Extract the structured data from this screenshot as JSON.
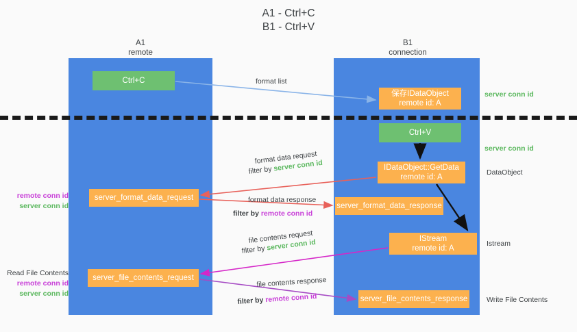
{
  "title": "A1 - Ctrl+C\nB1 - Ctrl+V",
  "columns": {
    "left": {
      "name": "A1",
      "role": "remote",
      "label": "A1\nremote"
    },
    "right": {
      "name": "B1",
      "role": "connection",
      "label": "B1\nconnection"
    }
  },
  "nodes": {
    "ctrl_c": {
      "label": "Ctrl+C",
      "color": "#6ec071"
    },
    "idataobject_create": {
      "label": "保存IDataObject\nremote id: A",
      "color": "#fcb14e"
    },
    "ctrl_v": {
      "label": "Ctrl+V",
      "color": "#6ec071"
    },
    "getdata": {
      "label": "IDataObject::GetData\nremote id: A",
      "color": "#fcb14e"
    },
    "istream": {
      "label": "IStream\nremote id: A",
      "color": "#fcb14e"
    },
    "server_format_data_request": {
      "label": "server_format_data_request",
      "color": "#fcb14e"
    },
    "server_format_data_response": {
      "label": "server_format_data_response",
      "color": "#fcb14e"
    },
    "server_file_contents_request": {
      "label": "server_file_contents_request",
      "color": "#fcb14e"
    },
    "server_file_contents_response": {
      "label": "server_file_contents_response",
      "color": "#fcb14e"
    }
  },
  "edges": {
    "format_list": "format list",
    "format_data_request": "format data request",
    "format_data_response": "format data response",
    "file_contents_request": "file contents request",
    "file_contents_response": "file contents response",
    "filter_by": "filter by ",
    "server_conn_id": "server conn id",
    "remote_conn_id": "remote conn id"
  },
  "side_labels": {
    "server_conn_id_top": "server conn id",
    "server_conn_id_mid": "server conn id",
    "dataobject": "DataObject",
    "istream": "Istream",
    "write_file_contents": "Write File Contents",
    "read_file_contents": "Read File Contents",
    "remote_conn_id": "remote conn id",
    "server_conn_id": "server conn id"
  },
  "colors": {
    "lane": "#4a86e0",
    "green_node": "#6ec071",
    "orange_node": "#fcb14e",
    "green_text": "#5cb85f",
    "purple_text": "#c840d8",
    "arrow_blue": "#8ab4e8",
    "arrow_red": "#e8615a",
    "arrow_magenta": "#d527c8",
    "arrow_purple": "#a64bc4",
    "arrow_black": "#111111",
    "dashed_line": "#1a1a1a",
    "background": "#fafafa"
  }
}
